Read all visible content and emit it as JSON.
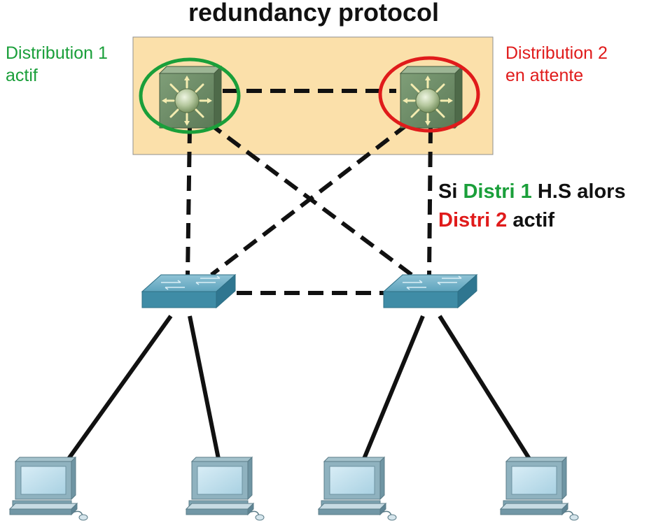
{
  "title": "redundancy protocol",
  "distribution_1": {
    "line1": "Distribution 1",
    "line2": "actif"
  },
  "distribution_2": {
    "line1": "Distribution 2",
    "line2": "en attente"
  },
  "failover_note": {
    "part1": "Si ",
    "part2": "Distri 1",
    "part3": " H.S alors",
    "part4": "Distri 2",
    "part5": " actif"
  },
  "colors": {
    "active": "#1a9f3a",
    "standby": "#e01b1b",
    "text": "#111111",
    "highlight_box": "#fbe0aa",
    "router": "#6f8f6a",
    "switch": "#4f97b0",
    "link": "#000000"
  },
  "icons": [
    "multilayer-switch-icon",
    "access-switch-icon",
    "pc-icon"
  ]
}
